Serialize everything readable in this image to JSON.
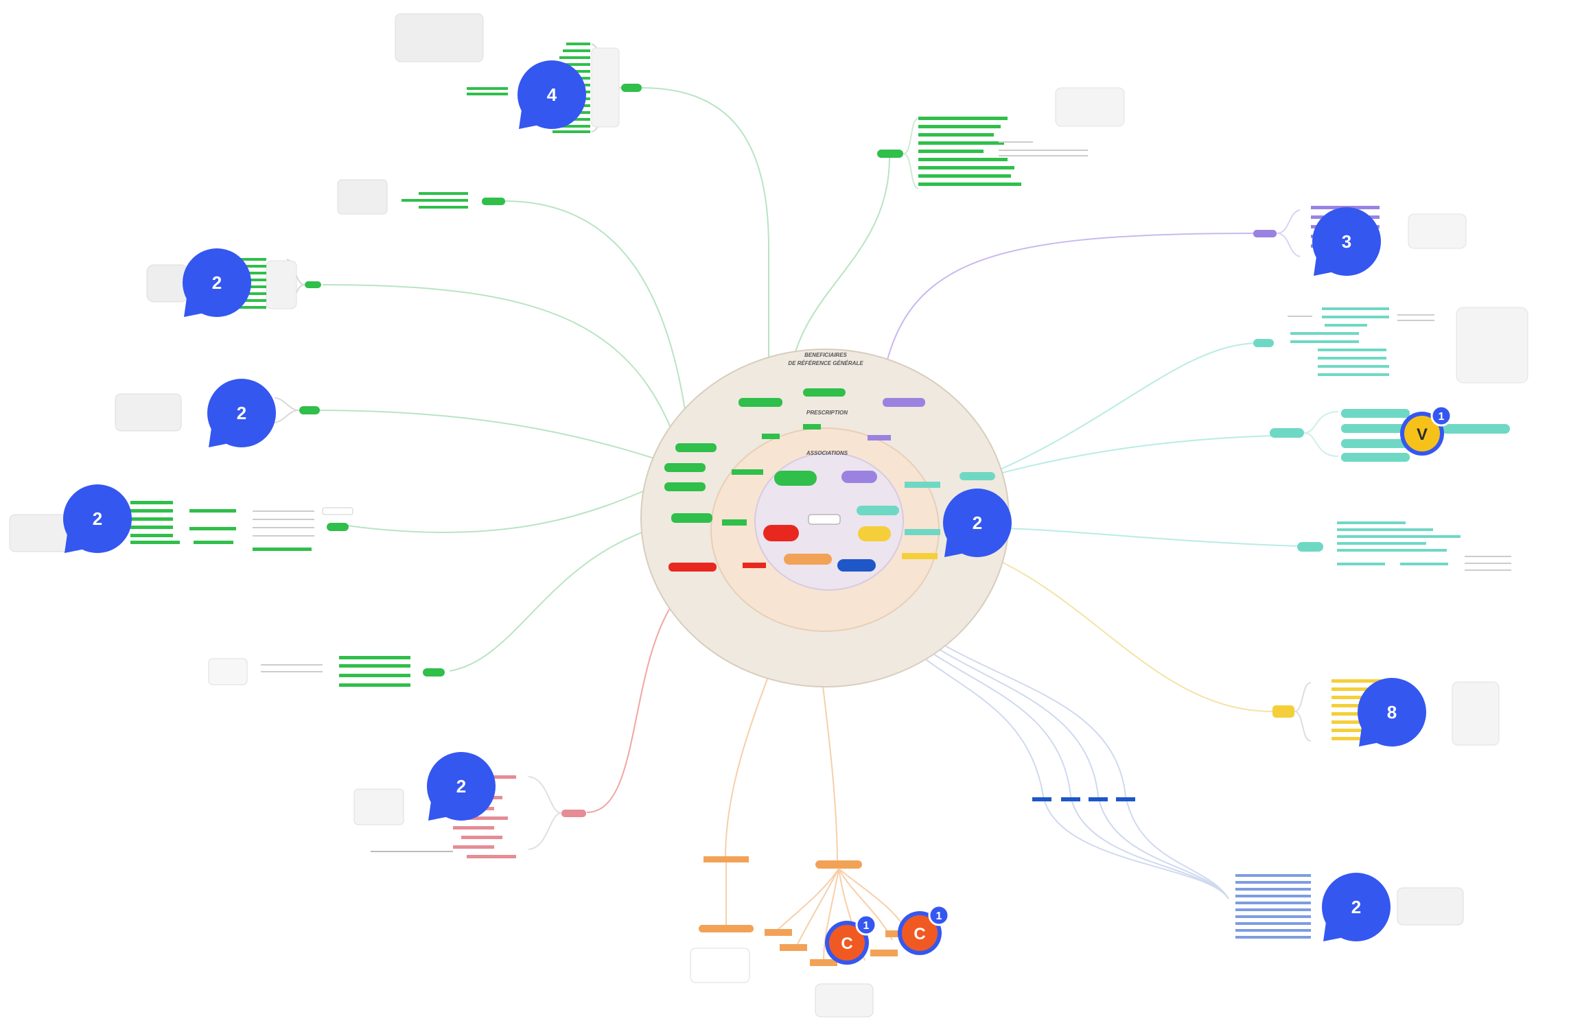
{
  "map": {
    "outer_title_line1": "BENEFICIAIRES",
    "outer_title_line2": "DE RÉFÉRENCE GÉNÉRALE",
    "middle_title": "PRESCRIPTION",
    "inner_title": "ASSOCIATIONS"
  },
  "colors": {
    "green": "#2fbf4a",
    "violet": "#9b82e0",
    "teal": "#6fd8c4",
    "yellow": "#f4cf3a",
    "red": "#e8281e",
    "orange": "#f2a256",
    "blue": "#1f56c8",
    "pink": "#e58c95",
    "comment_blue": "#3457f0",
    "avatar_orange": "#f05a22",
    "avatar_yellow": "#f6c21a"
  },
  "comments": [
    {
      "id": "c-top",
      "count": "4"
    },
    {
      "id": "c-left-1",
      "count": "2"
    },
    {
      "id": "c-left-2",
      "count": "2"
    },
    {
      "id": "c-left-3",
      "count": "2"
    },
    {
      "id": "c-bottom-left",
      "count": "2"
    },
    {
      "id": "c-center",
      "count": "2"
    },
    {
      "id": "c-right-top",
      "count": "3"
    },
    {
      "id": "c-right-yellow",
      "count": "8"
    },
    {
      "id": "c-bottom-right",
      "count": "2"
    }
  ],
  "avatars": [
    {
      "id": "a-v",
      "initial": "V",
      "badge": "1"
    },
    {
      "id": "a-c1",
      "initial": "C",
      "badge": "1"
    },
    {
      "id": "a-c2",
      "initial": "C",
      "badge": "1"
    }
  ]
}
